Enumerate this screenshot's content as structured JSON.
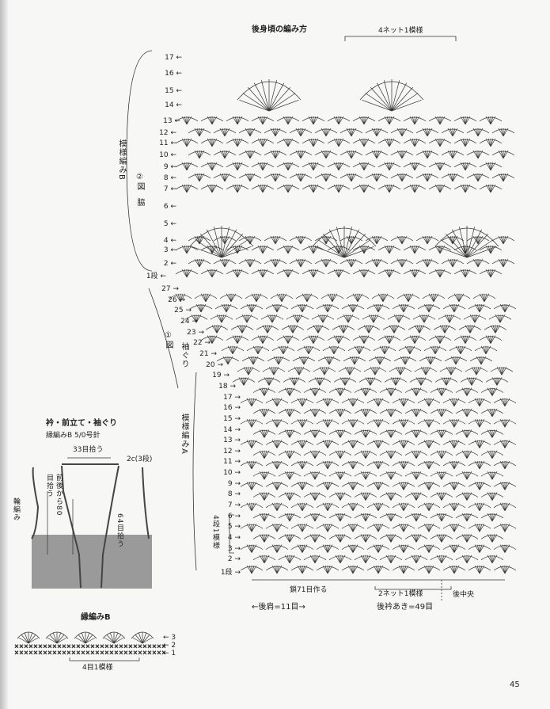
{
  "chart_title": "後身頃の編み方",
  "top_note": "4ネット1模様",
  "pattern_b_label": "模様編みB",
  "zu2": "②図",
  "waki": "脇",
  "pattern_a_label": "模様編みA",
  "zu1": "①図",
  "sodeguri": "袖ぐり",
  "rows_b": [
    "17",
    "16",
    "15",
    "14",
    "13",
    "12",
    "11",
    "10",
    "9",
    "8",
    "7",
    "6",
    "5",
    "4",
    "3",
    "2",
    "1段"
  ],
  "rows_a": [
    "27",
    "26",
    "25",
    "24",
    "23",
    "22",
    "21",
    "20",
    "19",
    "18",
    "17",
    "16",
    "15",
    "14",
    "13",
    "12",
    "11",
    "10",
    "9",
    "8",
    "7",
    "6",
    "5",
    "4",
    "3",
    "2",
    "1段"
  ],
  "side_repeat": "4段1模様",
  "bottom_notes": {
    "chain_start": "鎖71目作る",
    "net_repeat": "2ネット1模様",
    "center_back": "後中央",
    "back_shoulder": "←後肩=11目→",
    "neck_opening": "後衿あき=49目"
  },
  "inset": {
    "title": "衿・前立て・袖ぐり",
    "subtitle": "縁編みB 5/0号針",
    "pick_33": "33目拾う",
    "note_2c": "2c(3段)",
    "from_front": "前後から80目拾う",
    "pick_64": "64目拾う",
    "ring": "輪編み"
  },
  "edging": {
    "title": "縁編みB",
    "rows": [
      "3",
      "2",
      "1"
    ],
    "repeat": "4目1模様"
  },
  "page_number": "45"
}
